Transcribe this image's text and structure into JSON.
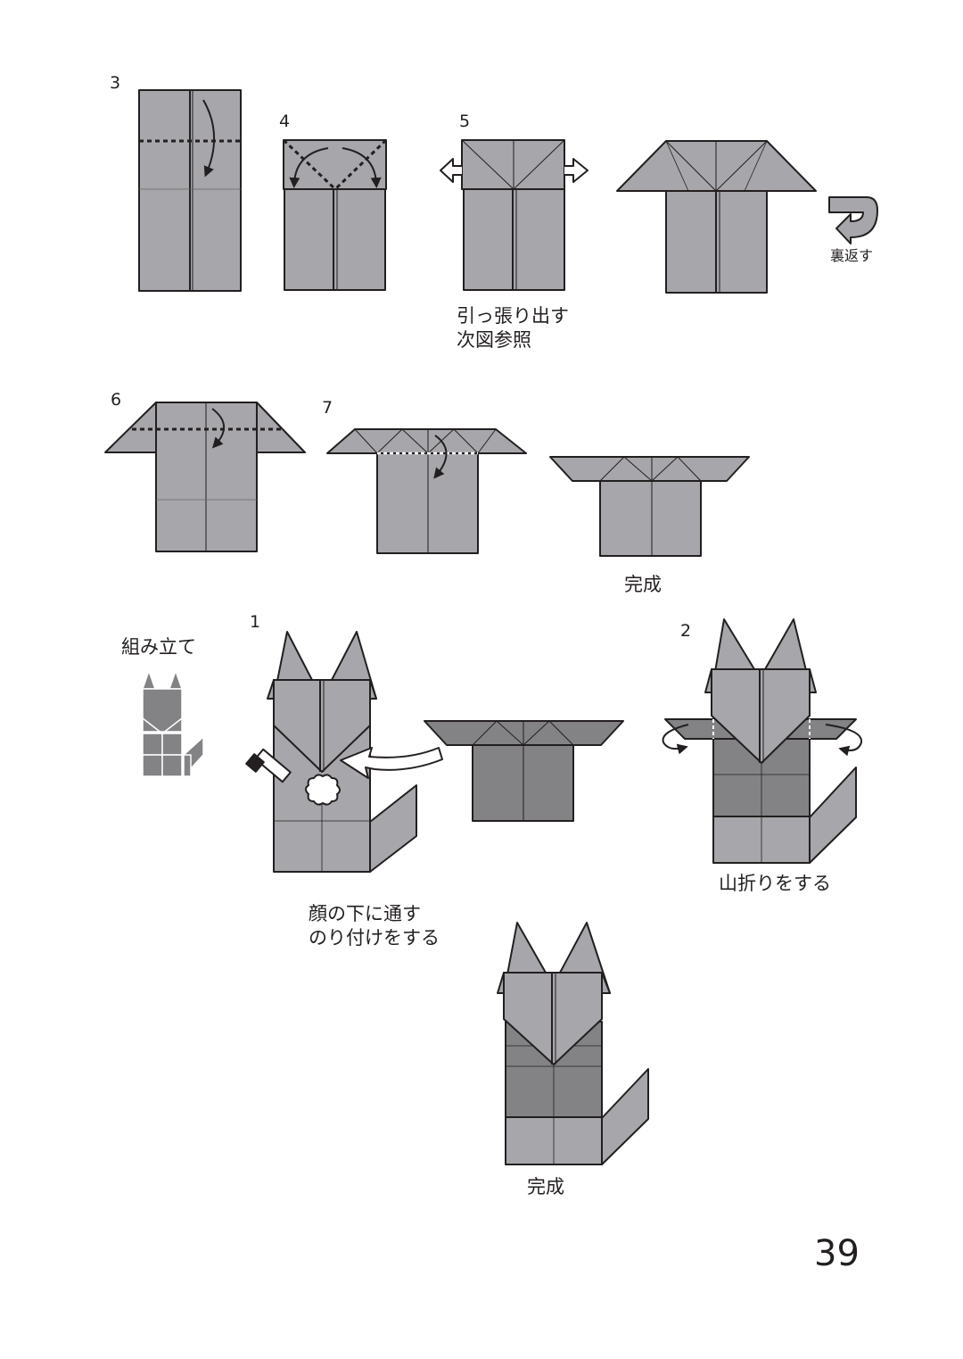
{
  "steps": {
    "s3": "3",
    "s4": "4",
    "s5": "5",
    "s6": "6",
    "s7": "7",
    "a1": "1",
    "a2": "2"
  },
  "labels": {
    "flip": "裏返す",
    "pull_out_1": "引っ張り出す",
    "pull_out_2": "次図参照",
    "complete_1": "完成",
    "assemble": "組み立て",
    "glue_1": "顔の下に通す",
    "glue_2": "のり付けをする",
    "mountain_fold": "山折りをする",
    "complete_2": "完成"
  },
  "page_number": "39",
  "colors": {
    "paper": "#a7a6aa",
    "paper_dark": "#838285",
    "outline": "#231f20",
    "background": "#ffffff"
  },
  "icons": [
    "down-curve-arrow-icon",
    "push-arrow-icon",
    "flip-over-icon",
    "rotate-arrow-icon",
    "glue-stick-icon",
    "glue-spot-icon",
    "curved-insert-arrow-icon"
  ]
}
